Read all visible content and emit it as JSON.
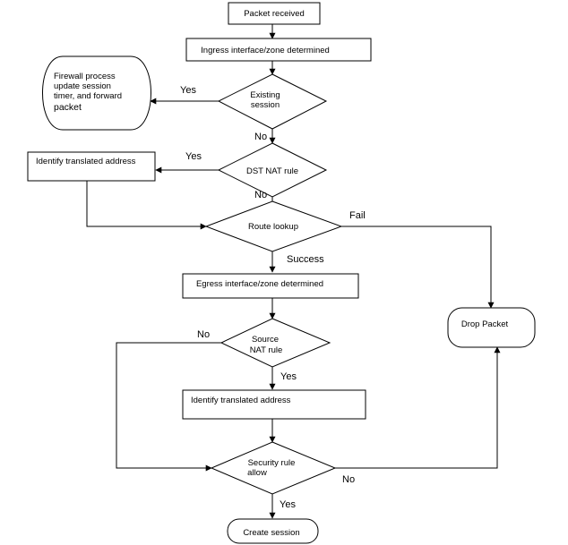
{
  "nodes": {
    "packet_received": "Packet received",
    "ingress": "Ingress interface/zone determined",
    "existing_session": [
      "Existing",
      "session"
    ],
    "firewall_process": [
      "Firewall process",
      "update session",
      "timer, and forward",
      "packet"
    ],
    "dst_nat": "DST NAT rule",
    "identify_translated_1": "Identify translated address",
    "route_lookup": "Route lookup",
    "egress": "Egress interface/zone determined",
    "drop_packet": "Drop Packet",
    "source_nat": [
      "Source",
      "NAT rule"
    ],
    "identify_translated_2": "Identify translated address",
    "security_rule": [
      "Security rule",
      "allow"
    ],
    "create_session": "Create session"
  },
  "edge_labels": {
    "existing_yes": "Yes",
    "existing_no": "No",
    "dst_yes": "Yes",
    "dst_no": "No",
    "route_fail": "Fail",
    "route_success": "Success",
    "source_no": "No",
    "source_yes": "Yes",
    "security_no": "No",
    "security_yes": "Yes"
  },
  "colors": {
    "stroke": "#000000",
    "fill": "#ffffff"
  }
}
